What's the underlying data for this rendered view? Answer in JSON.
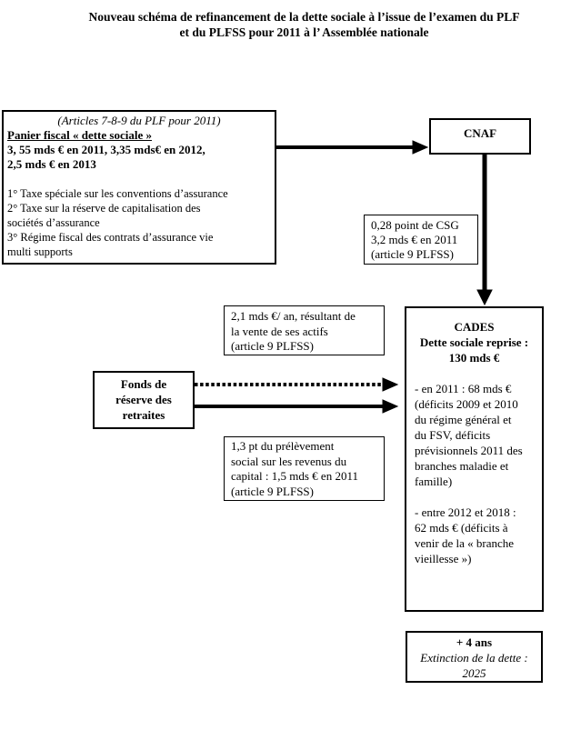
{
  "page": {
    "title_line1": "Nouveau schéma de refinancement de la dette sociale à l’issue de l’examen du PLF",
    "title_line2": "et du PLFSS pour 2011 à l’ Assemblée nationale"
  },
  "colors": {
    "text": "#000000",
    "background": "#ffffff",
    "border": "#000000",
    "arrow": "#000000"
  },
  "panier_box": {
    "subtitle": "(Articles 7-8-9 du PLF pour 2011)",
    "heading": "Panier fiscal « dette sociale »",
    "amounts": "3, 55 mds € en 2011, 3,35 mds€ en 2012,\n2,5 mds € en 2013",
    "items": [
      "1° Taxe spéciale sur les conventions d’assurance",
      "2° Taxe sur la réserve de capitalisation des\nsociétés d’assurance",
      "3° Régime fiscal des contrats d’assurance vie\nmulti supports"
    ]
  },
  "cnaf_box": {
    "label": "CNAF"
  },
  "csg_box": {
    "text": "0,28 point de CSG\n3,2 mds € en 2011\n(article 9 PLFSS)"
  },
  "vente_actifs_box": {
    "text": "2,1 mds €/ an, résultant de\nla vente de ses actifs\n(article 9 PLFSS)"
  },
  "frr_box": {
    "label": "Fonds de\nréserve des\nretraites"
  },
  "prelevement_box": {
    "text": "1,3 pt du prélèvement\nsocial sur les revenus du\ncapital : 1,5 mds € en 2011\n(article 9 PLFSS)"
  },
  "cades_box": {
    "title": "CADES",
    "subtitle": "Dette sociale reprise :",
    "amount": "130 mds €",
    "detail_2011": "- en 2011 : 68 mds €\n(déficits 2009 et 2010\ndu régime général et\ndu FSV, déficits\nprévisionnels 2011 des\nbranches maladie et\nfamille)",
    "detail_2012_2018": "- entre 2012 et 2018 :\n62 mds € (déficits à\nvenir de la « branche\nvieillesse »)"
  },
  "extinction_box": {
    "title": "+ 4 ans",
    "line2": "Extinction de la dette :",
    "line3": "2025"
  }
}
